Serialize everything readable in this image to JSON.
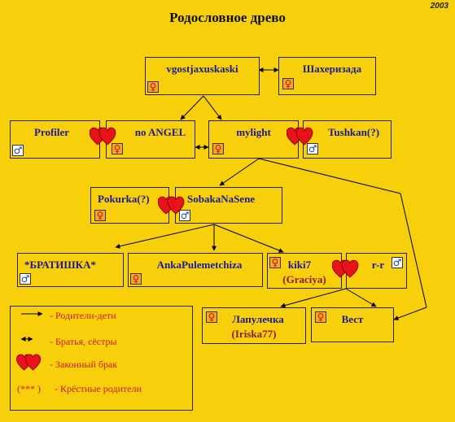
{
  "year": "2003",
  "title": "Родословное древо",
  "nodes": {
    "vgostjaxuskaski": {
      "name": "vgostjaxuskaski",
      "gender": "female"
    },
    "shaherizada": {
      "name": "Шахеризада",
      "gender": "female"
    },
    "profiler": {
      "name": "Profiler",
      "gender": "male"
    },
    "no_angel": {
      "name": "no ANGEL",
      "gender": "female"
    },
    "mylight": {
      "name": "mylight",
      "gender": "female"
    },
    "tushkan": {
      "name": "Tushkan(?)",
      "gender": "male"
    },
    "pokurka": {
      "name": "Pokurka(?)",
      "gender": "female"
    },
    "sobakanasene": {
      "name": "SobakaNaSene",
      "gender": "male"
    },
    "bratishka": {
      "name": "*БРАТИШКА*",
      "gender": "male"
    },
    "ankapulemetchiza": {
      "name": "AnkaPulemetchiza",
      "gender": "female"
    },
    "kiki7": {
      "name": "kiki7",
      "sub": "(Graciya)",
      "gender": "female"
    },
    "r_r": {
      "name": "r-r",
      "gender": "male"
    },
    "lapulechka": {
      "name": "Лапулечка",
      "sub": "(Iriska77)",
      "gender": "female"
    },
    "vest": {
      "name": "Вест",
      "gender": "female"
    }
  },
  "legend": {
    "parents_children": "- Родители-дети",
    "siblings": "- Братья, сёстры",
    "marriage": "- Законный брак",
    "godparents_symbol": "(*** )",
    "godparents": "- Крёстные родители"
  },
  "icons": {
    "female": "female-icon",
    "male": "male-icon",
    "marriage": "hearts-icon"
  },
  "colors": {
    "background": "#f7cf0b",
    "name_text": "#1a1a9a",
    "sub_text": "#8b1a1a",
    "legend_text": "#cc1a1a",
    "heart": "#e8121a"
  }
}
